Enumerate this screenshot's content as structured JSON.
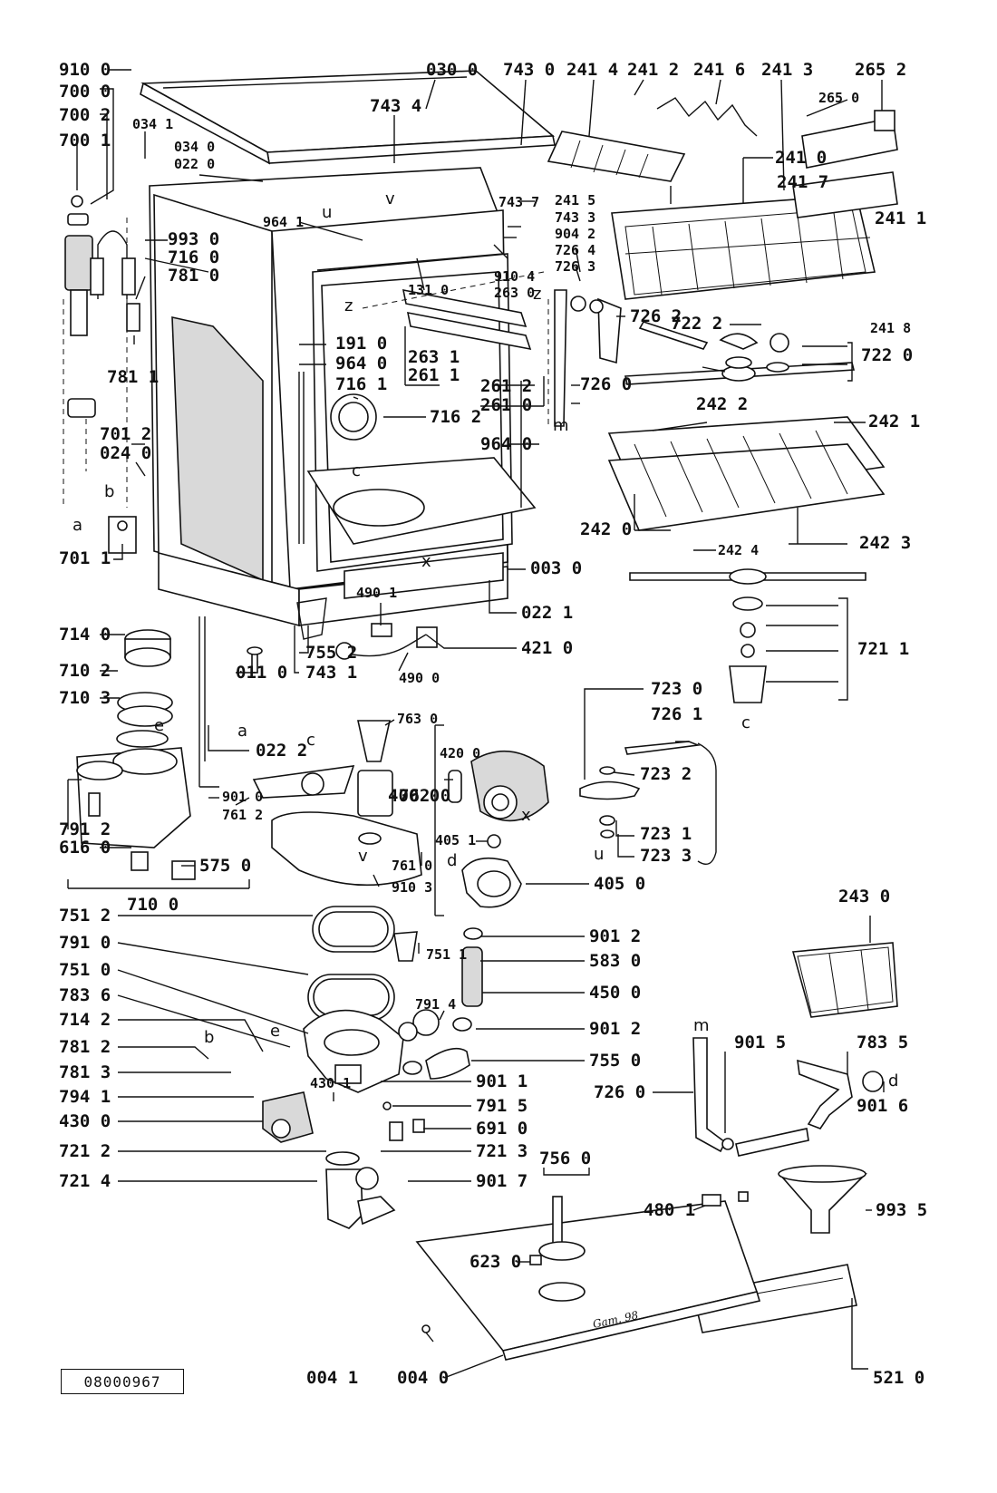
{
  "reference_number": "08000967",
  "signature": "Gam. 98",
  "part_labels": [
    "910 0",
    "700 0",
    "700 2",
    "700 1",
    "034 1",
    "034 0",
    "022 0",
    "030 0",
    "743 0",
    "743 4",
    "241 4",
    "241 2",
    "241 6",
    "241 3",
    "265 2",
    "265 0",
    "241 0",
    "241 7",
    "743 7",
    "241 5",
    "743 3",
    "904 2",
    "726 4",
    "726 3",
    "910 4",
    "263 0",
    "964 1",
    "993 0",
    "716 0",
    "781 0",
    "131 0",
    "781 1",
    "191 0",
    "964 0",
    "716 1",
    "263 1",
    "261 1",
    "261 2",
    "261 0",
    "726 2",
    "722 2",
    "241 1",
    "241 8",
    "722 0",
    "716 2",
    "726 0",
    "964 0",
    "701 2",
    "024 0",
    "242 2",
    "242 1",
    "701 1",
    "242 0",
    "242 4",
    "242 3",
    "003 0",
    "490 1",
    "022 1",
    "714 0",
    "710 2",
    "755 2",
    "743 1",
    "421 0",
    "011 0",
    "490 0",
    "721 1",
    "710 3",
    "022 2",
    "763 0",
    "723 0",
    "726 1",
    "420 0",
    "762 0",
    "723 2",
    "400 0",
    "901 0",
    "761 2",
    "791 2",
    "616 0",
    "575 0",
    "405 1",
    "723 1",
    "723 3",
    "761 0",
    "910 3",
    "405 0",
    "710 0",
    "243 0",
    "751 2",
    "751 1",
    "901 2",
    "791 0",
    "583 0",
    "751 0",
    "450 0",
    "783 6",
    "791 4",
    "901 2",
    "714 2",
    "755 0",
    "781 2",
    "901 5",
    "783 5",
    "781 3",
    "901 1",
    "726 0",
    "794 1",
    "430 1",
    "901 6",
    "430 0",
    "791 5",
    "691 0",
    "721 2",
    "721 3",
    "756 0",
    "721 4",
    "901 7",
    "993 5",
    "480 1",
    "623 0",
    "004 1",
    "004 0",
    "521 0"
  ],
  "letters": [
    "v",
    "u",
    "z",
    "z",
    "m",
    "b",
    "a",
    "c",
    "x",
    "e",
    "a",
    "c",
    "x",
    "d",
    "u",
    "c",
    "b",
    "e",
    "m",
    "d",
    "v"
  ]
}
